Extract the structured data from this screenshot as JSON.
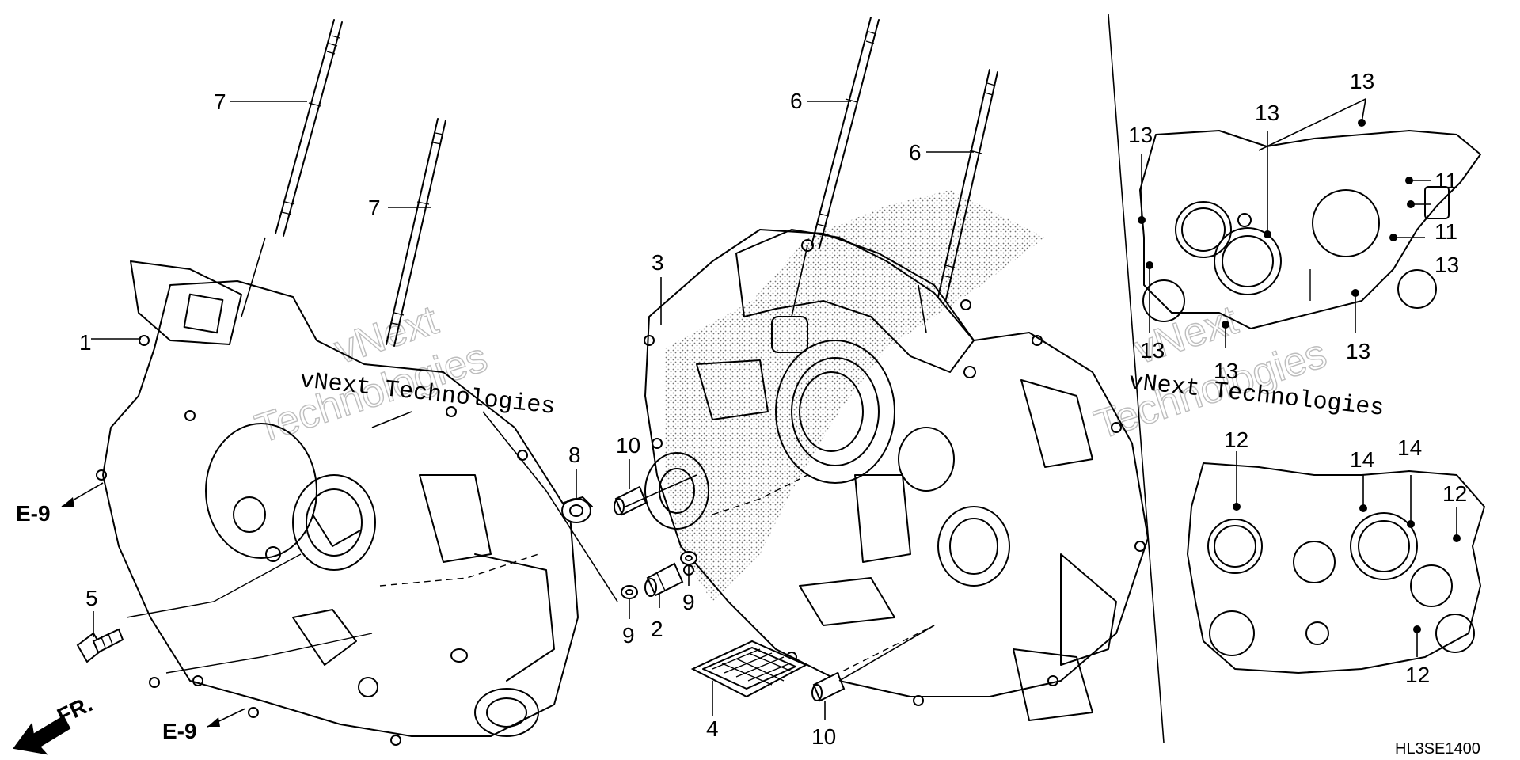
{
  "callouts": {
    "c1": "1",
    "c2": "2",
    "c3": "3",
    "c4": "4",
    "c5": "5",
    "c6a": "6",
    "c6b": "6",
    "c7a": "7",
    "c7b": "7",
    "c8": "8",
    "c9a": "9",
    "c9b": "9",
    "c10a": "10",
    "c10b": "10",
    "c11a": "11",
    "c11b": "11",
    "c12a": "12",
    "c12b": "12",
    "c12c": "12",
    "c13a": "13",
    "c13b": "13",
    "c13c": "13",
    "c13d": "13",
    "c13e": "13",
    "c13f": "13",
    "c13g": "13",
    "c14a": "14",
    "c14b": "14"
  },
  "references": {
    "e9_upper": "E-9",
    "e9_lower": "E-9",
    "front": "FR."
  },
  "watermark": {
    "line1": "vNext",
    "line2": "Technologies",
    "inline": "vNext Technologies"
  },
  "diagram_code": "HL3SE1400"
}
